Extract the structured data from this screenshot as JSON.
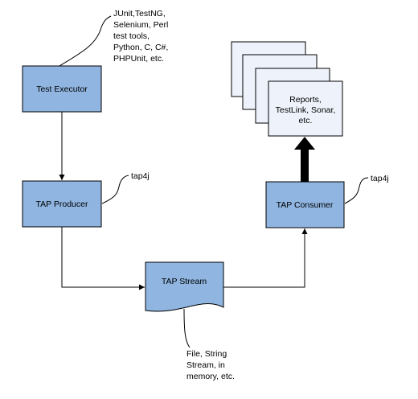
{
  "nodes": {
    "test_executor": "Test Executor",
    "tap_producer": "TAP Producer",
    "tap_stream": "TAP Stream",
    "tap_consumer": "TAP Consumer"
  },
  "reports": [
    "Reports,",
    "TestLink, Sonar,",
    "etc."
  ],
  "callouts": {
    "executor_tools": [
      "JUnit,TestNG,",
      "Selenium, Perl",
      "test tools,",
      "Python, C, C#,",
      "PHPUnit, etc."
    ],
    "producer_lib": "tap4j",
    "consumer_lib": "tap4j",
    "stream_media": [
      "File, String",
      "Stream, in",
      "memory, etc."
    ]
  }
}
